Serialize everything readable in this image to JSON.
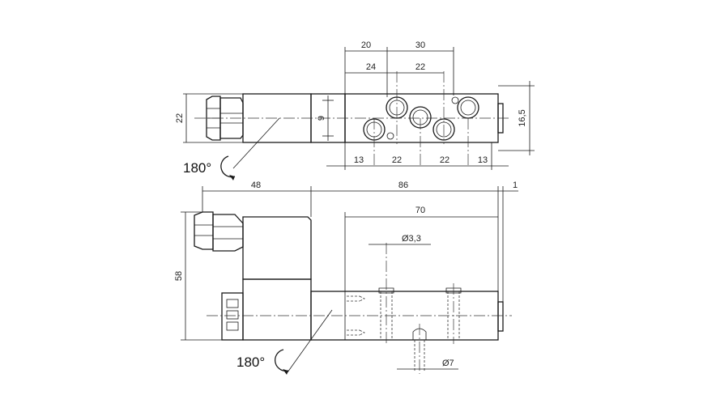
{
  "dimensions": {
    "top_20": "20",
    "top_30": "30",
    "top_24": "24",
    "top_22": "22",
    "left_22": "22",
    "inner_9": "9",
    "right_16_5": "16,5",
    "bottom_13a": "13",
    "bottom_22a": "22",
    "bottom_22b": "22",
    "bottom_13b": "13",
    "width_48": "48",
    "width_86": "86",
    "gap_1": "1",
    "width_70": "70",
    "height_58": "58",
    "dia_3_3": "Ø3,3",
    "dia_7": "Ø7"
  },
  "rotation_labels": {
    "top": "180°",
    "bottom": "180°"
  }
}
